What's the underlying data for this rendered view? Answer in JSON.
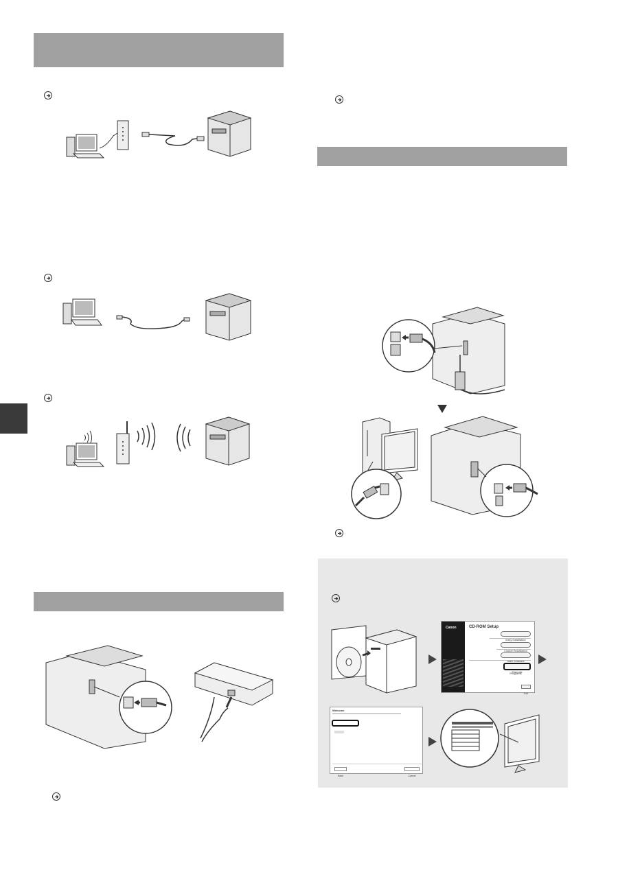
{
  "ui": {
    "setup_window_title": "CD-ROM Setup",
    "brand_logo": "Canon",
    "setup_buttons": [
      {
        "label": "Easy Installation"
      },
      {
        "label": "Custom Installation"
      },
      {
        "label": "Start Software Programs"
      },
      {
        "label": "Manuals"
      }
    ],
    "setup_exit": "Exit",
    "install_dialog_title": "Welcome",
    "install_back": "Back",
    "install_cancel": "Cancel"
  },
  "icons": {
    "reference": "reference-arrow-icon",
    "step_arrow": "triangle-right-icon",
    "down_arrow": "triangle-down-icon"
  },
  "colors": {
    "section_bar": "#a0a0a0",
    "side_tab": "#3a3a3a",
    "grey_box": "#e8e8e8"
  }
}
